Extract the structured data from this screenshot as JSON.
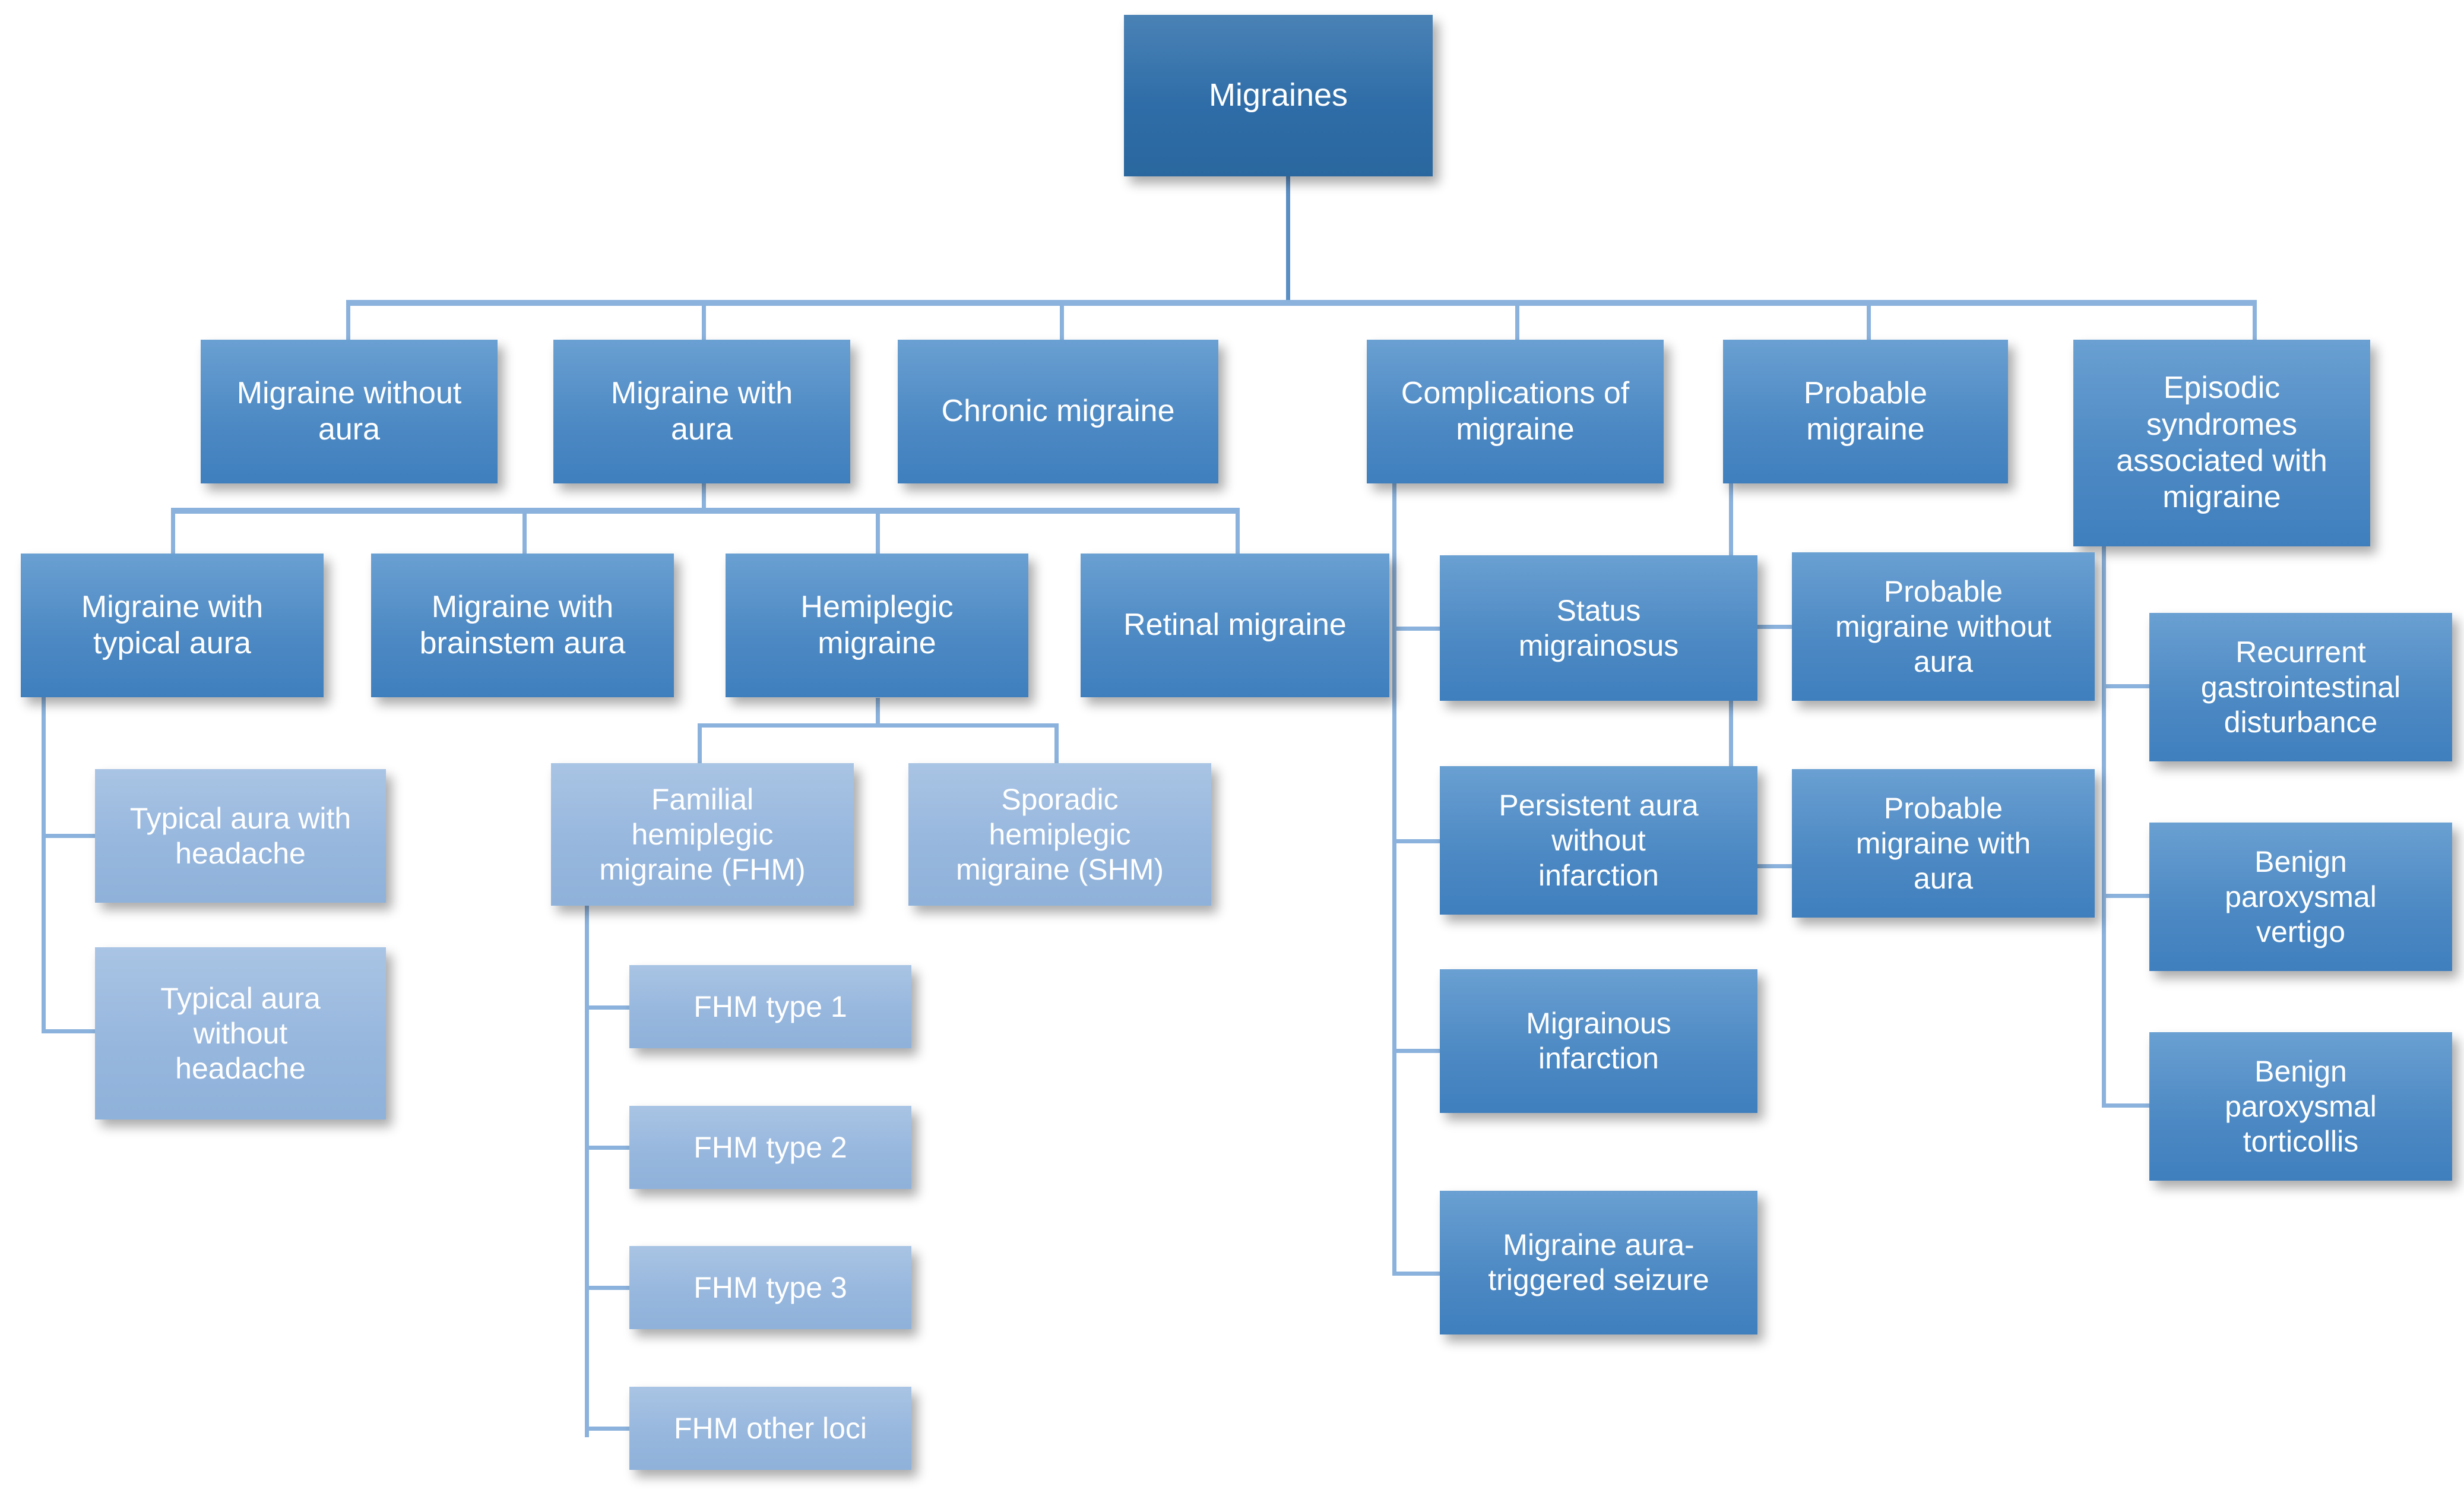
{
  "chart": {
    "type": "tree-diagram",
    "title": "Migraines",
    "root": {
      "label": "Migraines"
    },
    "level1": [
      {
        "label": "Migraine without\naura"
      },
      {
        "label": "Migraine with\naura"
      },
      {
        "label": "Chronic migraine"
      },
      {
        "label": "Complications of\nmigraine"
      },
      {
        "label": "Probable\nmigraine"
      },
      {
        "label": "Episodic\nsyndromes\nassociated with\nmigraine"
      }
    ],
    "migraine_with_aura_children": [
      {
        "label": "Migraine with\ntypical aura"
      },
      {
        "label": "Migraine with\nbrainstem aura"
      },
      {
        "label": "Hemiplegic\nmigraine"
      },
      {
        "label": "Retinal migraine"
      }
    ],
    "typical_aura_children": [
      {
        "label": "Typical aura with\nheadache"
      },
      {
        "label": "Typical aura\nwithout\nheadache"
      }
    ],
    "hemiplegic_children": [
      {
        "label": "Familial\nhemiplegic\nmigraine (FHM)"
      },
      {
        "label": "Sporadic\nhemiplegic\nmigraine (SHM)"
      }
    ],
    "fhm_children": [
      {
        "label": "FHM type 1"
      },
      {
        "label": "FHM type 2"
      },
      {
        "label": "FHM type 3"
      },
      {
        "label": "FHM  other loci"
      }
    ],
    "complications_children": [
      {
        "label": "Status\nmigrainosus"
      },
      {
        "label": "Persistent aura\nwithout\ninfarction"
      },
      {
        "label": "Migrainous\ninfarction"
      },
      {
        "label": "Migraine aura-\ntriggered seizure"
      }
    ],
    "probable_children": [
      {
        "label": "Probable\nmigraine without\naura"
      },
      {
        "label": "Probable\nmigraine with\naura"
      }
    ],
    "episodic_children": [
      {
        "label": "Recurrent\ngastrointestinal\ndisturbance"
      },
      {
        "label": "Benign\nparoxysmal\nvertigo"
      },
      {
        "label": "Benign\nparoxysmal\ntorticollis"
      }
    ],
    "colors": {
      "root_fill": "#2f6da8",
      "mid_fill": "#4e8ac4",
      "leaf_fill": "#96b6dd",
      "connector": "#8bb2dc",
      "text": "#ffffff",
      "background": "#ffffff"
    }
  }
}
